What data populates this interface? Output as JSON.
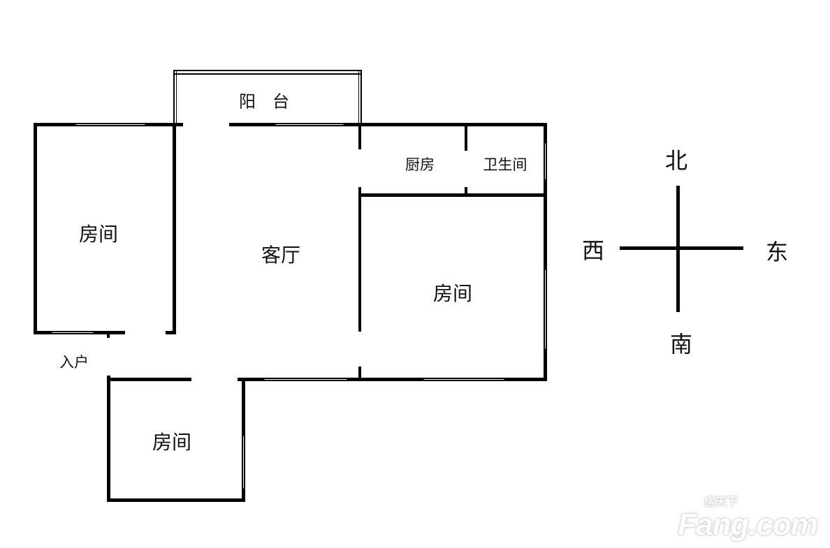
{
  "rooms": {
    "balcony": "阳　台",
    "west_room": "房间",
    "living_room": "客厅",
    "kitchen": "厨房",
    "bathroom": "卫生间",
    "east_room": "房间",
    "south_room": "房间",
    "entrance": "入户"
  },
  "compass": {
    "north": "北",
    "south": "南",
    "east": "东",
    "west": "西"
  },
  "watermark": {
    "brand_cn": "房天下",
    "brand_en": "Fang.com"
  }
}
